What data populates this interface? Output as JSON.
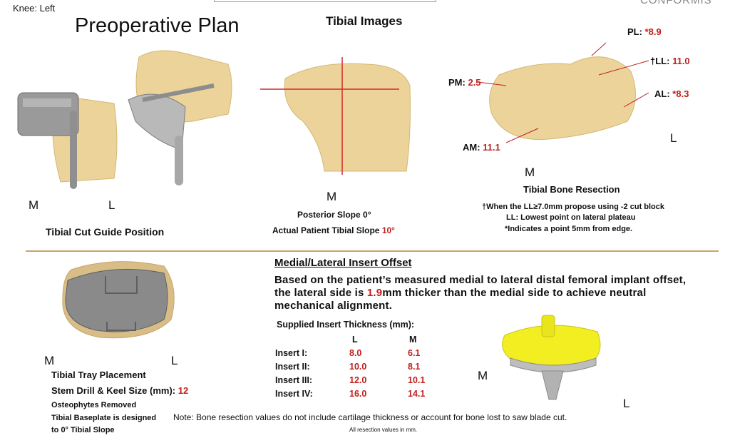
{
  "header": {
    "knee": "Knee: Left",
    "title": "Preoperative Plan",
    "logo_partial": "CONFORMIS"
  },
  "cut_guide": {
    "m": "M",
    "l": "L",
    "caption": "Tibial Cut Guide Position"
  },
  "tibial_images": {
    "title": "Tibial Images",
    "m": "M",
    "posterior_slope": "Posterior Slope 0°",
    "actual_slope_label": "Actual Patient Tibial Slope",
    "actual_slope_value": "10°"
  },
  "resection": {
    "pl_label": "PL:",
    "pl_value": "*8.9",
    "ll_label": "†LL:",
    "ll_value": "11.0",
    "pm_label": "PM:",
    "pm_value": "2.5",
    "al_label": "AL:",
    "al_value": "*8.3",
    "am_label": "AM:",
    "am_value": "11.1",
    "l": "L",
    "m": "M",
    "caption": "Tibial Bone Resection",
    "note1": "†When the LL≥7.0mm propose using -2 cut block",
    "note2": "LL: Lowest point on lateral plateau",
    "note3": "*Indicates a point 5mm from edge."
  },
  "tray": {
    "m": "M",
    "l": "L",
    "placement": "Tibial Tray Placement",
    "stem_label": "Stem Drill & Keel Size (mm):",
    "stem_value": "12",
    "osteophytes": "Osteophytes Removed",
    "baseplate_line1": "Tibial Baseplate is designed",
    "baseplate_line2": "to 0° Tibial Slope"
  },
  "offset": {
    "heading": "Medial/Lateral Insert Offset",
    "text_before": "Based on the patient’s measured medial to lateral distal femoral implant offset, the lateral side is ",
    "value": "1.9",
    "text_after": "mm thicker than the medial side to achieve neutral mechanical alignment."
  },
  "insert_table": {
    "title": "Supplied Insert Thickness (mm):",
    "col_l": "L",
    "col_m": "M",
    "rows": [
      {
        "name": "Insert I:",
        "l": "8.0",
        "m": "6.1"
      },
      {
        "name": "Insert II:",
        "l": "10.0",
        "m": "8.1"
      },
      {
        "name": "Insert III:",
        "l": "12.0",
        "m": "10.1"
      },
      {
        "name": "Insert IV:",
        "l": "16.0",
        "m": "14.1"
      }
    ]
  },
  "implant": {
    "m": "M",
    "l": "L"
  },
  "footer": {
    "note": "Note: Bone resection values do not include cartilage thickness or account for bone lost to saw blade cut.",
    "units": "All resection values in mm."
  },
  "colors": {
    "value_red": "#c0201e",
    "divider": "#c8a36b",
    "bone": "#e9d29a",
    "insert_yellow": "#f2ee22"
  }
}
